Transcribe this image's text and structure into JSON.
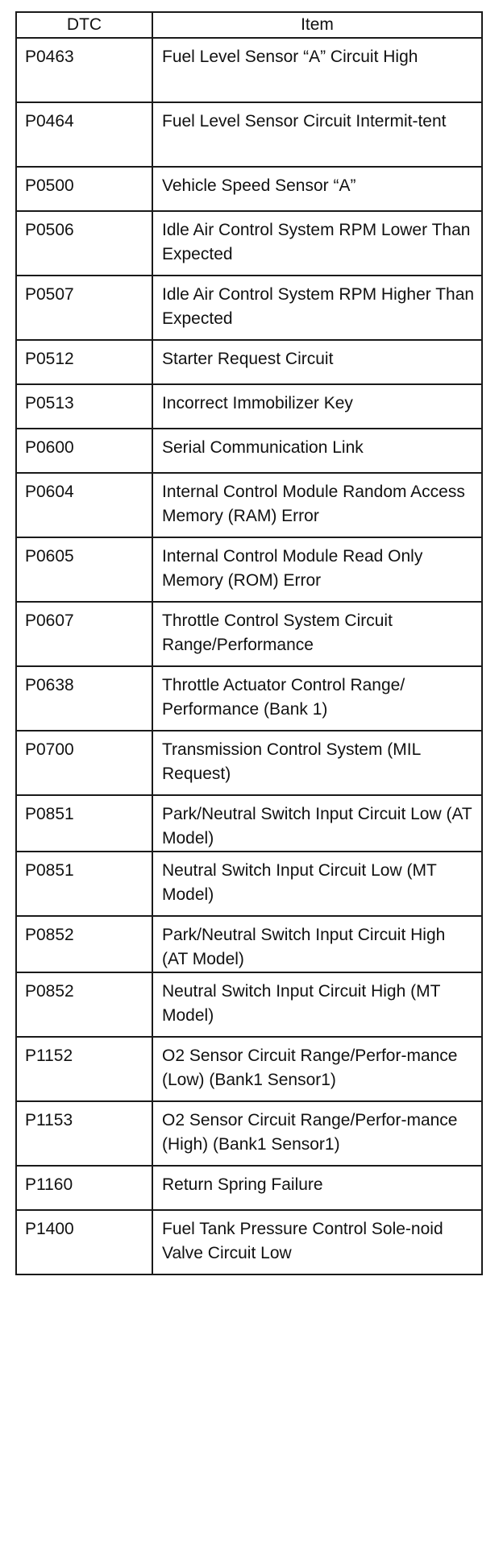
{
  "table": {
    "headers": [
      "DTC",
      "Item"
    ],
    "rows": [
      {
        "dtc": "P0463",
        "item": "Fuel Level Sensor “A” Circuit High"
      },
      {
        "dtc": "P0464",
        "item": "Fuel Level Sensor Circuit Intermit-tent"
      },
      {
        "dtc": "P0500",
        "item": "Vehicle Speed Sensor “A”"
      },
      {
        "dtc": "P0506",
        "item": "Idle Air Control System RPM Lower Than Expected"
      },
      {
        "dtc": "P0507",
        "item": "Idle Air Control System RPM Higher Than Expected"
      },
      {
        "dtc": "P0512",
        "item": "Starter Request Circuit"
      },
      {
        "dtc": "P0513",
        "item": "Incorrect Immobilizer Key"
      },
      {
        "dtc": "P0600",
        "item": "Serial Communication Link"
      },
      {
        "dtc": "P0604",
        "item": "Internal Control Module Random Access Memory (RAM) Error"
      },
      {
        "dtc": "P0605",
        "item": "Internal Control Module Read Only Memory (ROM) Error"
      },
      {
        "dtc": "P0607",
        "item": "Throttle Control System Circuit Range/Performance"
      },
      {
        "dtc": "P0638",
        "item": "Throttle Actuator Control Range/ Performance (Bank 1)"
      },
      {
        "dtc": "P0700",
        "item": "Transmission Control System (MIL Request)"
      },
      {
        "dtc": "P0851",
        "item": "Park/Neutral Switch Input Circuit Low (AT Model)"
      },
      {
        "dtc": "P0851",
        "item": "Neutral Switch Input Circuit Low (MT Model)"
      },
      {
        "dtc": "P0852",
        "item": "Park/Neutral Switch Input Circuit High (AT Model)"
      },
      {
        "dtc": "P0852",
        "item": "Neutral Switch Input Circuit High (MT Model)"
      },
      {
        "dtc": "P1152",
        "item": "O2 Sensor Circuit Range/Perfor-mance (Low) (Bank1 Sensor1)"
      },
      {
        "dtc": "P1153",
        "item": "O2 Sensor Circuit Range/Perfor-mance (High) (Bank1 Sensor1)"
      },
      {
        "dtc": "P1160",
        "item": "Return Spring Failure"
      },
      {
        "dtc": "P1400",
        "item": "Fuel Tank Pressure Control Sole-noid Valve Circuit Low"
      }
    ]
  }
}
